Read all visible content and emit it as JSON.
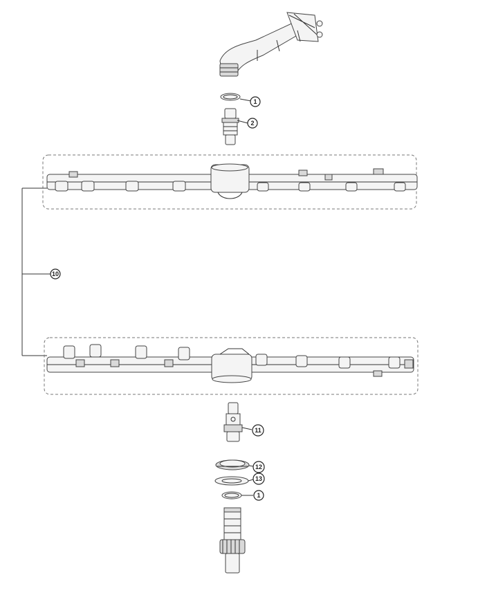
{
  "callouts": {
    "c1a": "1",
    "c2": "2",
    "c10": "10",
    "c11": "11",
    "c12": "12",
    "c13": "13",
    "c1b": "1"
  }
}
